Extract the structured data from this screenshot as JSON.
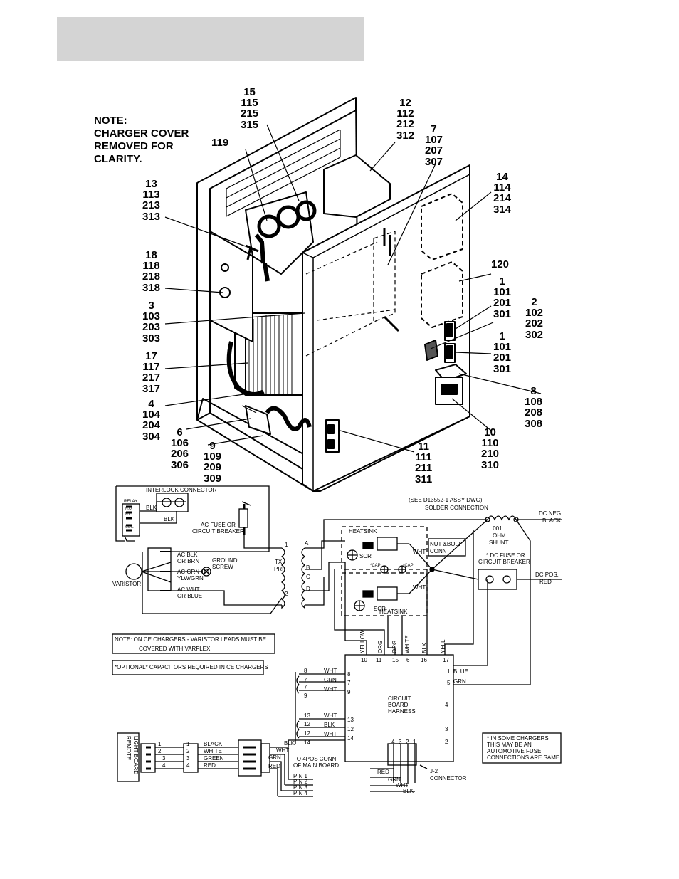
{
  "note": "NOTE:\nCHARGER COVER\nREMOVED FOR\nCLARITY.",
  "callouts": {
    "c15": "15\n115\n215\n315",
    "c119": "119",
    "c12": "12\n112\n212\n312",
    "c7": "7\n107\n207\n307",
    "c14": "14\n114\n214\n314",
    "c13": "13\n113\n213\n313",
    "c120": "120",
    "c1a": "1\n101\n201\n301",
    "c2": "2\n102\n202\n302",
    "c18": "18\n118\n218\n318",
    "c1b": "1\n101\n201\n301",
    "c3": "3\n103\n203\n303",
    "c17": "17\n117\n217\n317",
    "c8": "8\n108\n208\n308",
    "c4": "4\n104\n204\n304",
    "c10": "10\n110\n210\n310",
    "c6": "6\n106\n206\n306",
    "c9": "9\n109\n209\n309",
    "c11": "11\n111\n211\n311"
  },
  "schematic": {
    "interlock": "INTERLOCK CONNECTOR",
    "relay": "RELAY",
    "no": "N.O.",
    "nc": "N.C.",
    "com": "COM",
    "coil": "COIL",
    "blk": "BLK",
    "ac_fuse_1": "AC FUSE OR",
    "ac_fuse_2": "CIRCUIT BREAKER",
    "ac_blk_1": "AC BLK",
    "ac_blk_2": "OR BRN",
    "ac_grn_1": "AC GRN OR",
    "ac_grn_2": "YLW/GRN",
    "ground_1": "GROUND",
    "ground_2": "SCREW",
    "ac_wht_1": "AC WHT",
    "ac_wht_2": "OR BLUE",
    "varistor": "VARISTOR",
    "tx_1": "TX",
    "tx_2": "PRI",
    "note_ce_1": "NOTE:  ON CE CHARGERS - VARISTOR LEADS MUST BE",
    "note_ce_2": "COVERED WITH VARFLEX.",
    "optional_caps": "*OPTIONAL* CAPACITORS REQUIRED IN CE CHARGERS",
    "see_dwg": "(SEE D13552-1 ASSY DWG)",
    "solder": "SOLDER CONNECTION",
    "dc_neg_1": "DC NEG",
    "dc_neg_2": "BLACK",
    "shunt_1": ".001",
    "shunt_2": "OHM",
    "shunt_3": "SHUNT",
    "dc_fuse_1": "* DC FUSE OR",
    "dc_fuse_2": "CIRCUIT BREAKER",
    "dc_pos_1": "DC POS.",
    "dc_pos_2": "RED",
    "heatsink": "HEATSINK",
    "scr": "SCR",
    "wht": "WHT",
    "nut_1": "NUT &BOLT",
    "nut_2": "CONN",
    "cap": "*CAP",
    "sec_a": "A",
    "sec_b": "B",
    "sec_c": "C",
    "sec_d": "D",
    "w_yellow": "YELLOW",
    "w_org": "ORG",
    "w_orc": "ORG",
    "w_white": "WHITE",
    "w_blk": "BLK",
    "w_yell": "YELL",
    "pins_top": [
      "10",
      "11",
      "15",
      "6",
      "16",
      "17"
    ],
    "board_1": "CIRCUIT",
    "board_2": "BOARD",
    "board_3": "HARNESS",
    "grn": "GRN",
    "blue": "BLUE",
    "left_pins": [
      "8",
      "7",
      "9",
      "13",
      "12",
      "14"
    ],
    "right_pins": [
      "1",
      "5",
      "4",
      "3",
      "2"
    ],
    "therm_nums": [
      "8",
      "7",
      "7",
      "9",
      "13",
      "12",
      "12",
      "14"
    ],
    "auto_note_1": "* IN SOME CHARGERS",
    "auto_note_2": "THIS MAY BE AN",
    "auto_note_3": "AUTOMOTIVE FUSE.",
    "auto_note_4": "CONNECTIONS ARE SAME.",
    "remote_1": "REMOTE",
    "remote_2": "LIGHT BOARD",
    "black": "BLACK",
    "white": "WHITE",
    "green": "GREEN",
    "red": "RED",
    "wht2": "WHT",
    "to_4pos_1": "TO 4POS CONN",
    "to_4pos_2": "OF MAIN BOARD",
    "pin1": "PIN 1",
    "pin2": "PIN 2",
    "pin3": "PIN 3",
    "pin4": "PIN 4",
    "j2_1": "J-2",
    "j2_2": "CONNECTOR",
    "j2_pins": [
      "4",
      "3",
      "2",
      "1"
    ],
    "blk2": "BLK"
  }
}
